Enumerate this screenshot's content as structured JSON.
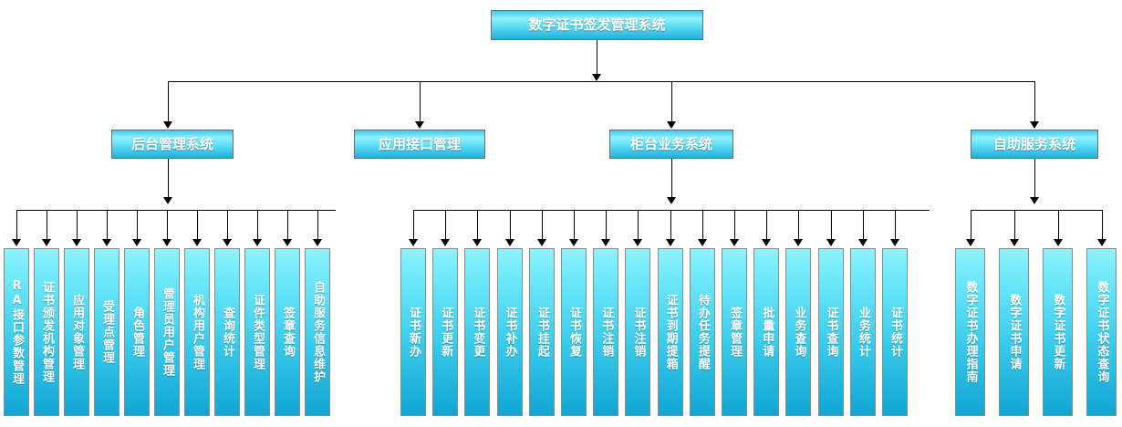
{
  "diagram": {
    "type": "organizational-hierarchy",
    "title": "数字证书签发管理系统",
    "root": {
      "label": "数字证书签发管理系统"
    },
    "branches": [
      {
        "id": "backend",
        "label": "后台管理系统",
        "children": [
          "RA接口参数管理",
          "证书颁发机构管理",
          "应用对象管理",
          "受理点管理",
          "角色管理",
          "管理员用户管理",
          "机构用户管理",
          "查询统计",
          "证件类型管理",
          "签章查询",
          "自助服务信息维护"
        ]
      },
      {
        "id": "api",
        "label": "应用接口管理",
        "children": []
      },
      {
        "id": "counter",
        "label": "柜台业务系统",
        "children": [
          "证书新办",
          "证书更新",
          "证书变更",
          "证书补办",
          "证书挂起",
          "证书恢复",
          "证书注销",
          "证书注销",
          "证书到期提箱",
          "待办任务提醒",
          "签章管理",
          "批量申请",
          "业务查询",
          "证书查询",
          "业务统计",
          "证书统计"
        ]
      },
      {
        "id": "selfservice",
        "label": "自助服务系统",
        "children": [
          "数字证书办理指南",
          "数字证书申请",
          "数字证书更新",
          "数字证书状态查询"
        ]
      }
    ]
  },
  "colors": {
    "box_top": "#8ff2fc",
    "box_bottom": "#10a5d4",
    "box_border": "#7b7b7b",
    "connector": "#000000",
    "label_text": "#ffffff",
    "background": "#ffffff"
  }
}
